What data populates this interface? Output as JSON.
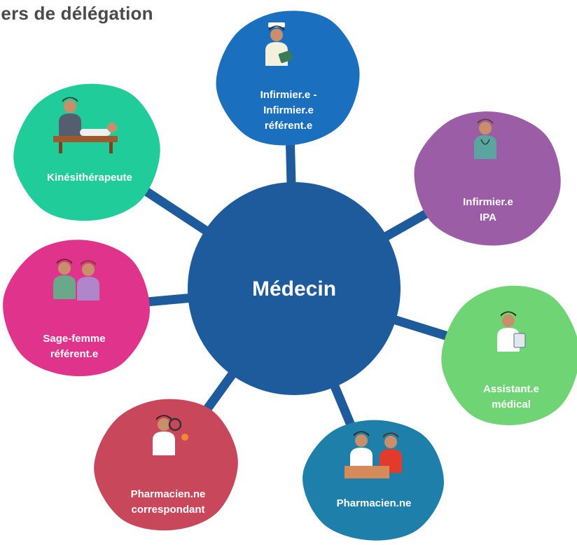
{
  "title": "iers de délégation",
  "center": {
    "label": "Médecin",
    "color": "#1e5b9c"
  },
  "connector_color": "#1e5b9c",
  "nodes": [
    {
      "id": "infirmier-referent",
      "lines": [
        "Infirmier.e -",
        "Infirmier.e",
        "référent.e"
      ],
      "color": "#1b6fbf",
      "illustration": "nurse-with-clipboard"
    },
    {
      "id": "infirmier-ipa",
      "lines": [
        "Infirmier.e",
        "IPA"
      ],
      "color": "#9b5da6",
      "illustration": "nurse-in-scrubs"
    },
    {
      "id": "assistant-medical",
      "lines": [
        "Assistant.e",
        "médical"
      ],
      "color": "#6fd474",
      "illustration": "doctor-with-clipboard"
    },
    {
      "id": "pharmacien",
      "lines": [
        "Pharmacien.ne"
      ],
      "color": "#1f7fab",
      "illustration": "pharmacy-counter"
    },
    {
      "id": "pharmacien-correspondant",
      "lines": [
        "Pharmacien.ne",
        "correspondant"
      ],
      "color": "#c9475a",
      "illustration": "pharmacist-with-magnifier"
    },
    {
      "id": "sage-femme",
      "lines": [
        "Sage-femme",
        "référent.e"
      ],
      "color": "#e0338c",
      "illustration": "midwife-with-patient"
    },
    {
      "id": "kinesitherapeute",
      "lines": [
        "Kinésithérapeute"
      ],
      "color": "#1fcc9a",
      "illustration": "physio-treatment"
    }
  ]
}
